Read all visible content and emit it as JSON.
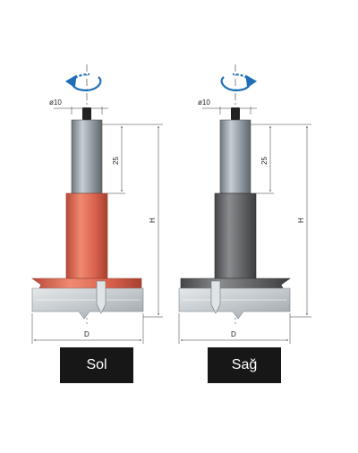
{
  "left_bit": {
    "shank_dim": "ø10",
    "depth_dim": "25",
    "height_dim": "H",
    "width_dim": "D",
    "caption": "Sol",
    "rotation": "left",
    "body_color": "#d9624c"
  },
  "right_bit": {
    "shank_dim": "ø10",
    "depth_dim": "25",
    "height_dim": "H",
    "width_dim": "D",
    "caption": "Sağ",
    "rotation": "right",
    "body_color": "#5f6062"
  },
  "colors": {
    "arrow": "#1f6fb8",
    "shank": "#8d969c",
    "cutter_plate": "#c9ced2",
    "dimension_line": "#333333",
    "caption_bg": "#171717"
  }
}
